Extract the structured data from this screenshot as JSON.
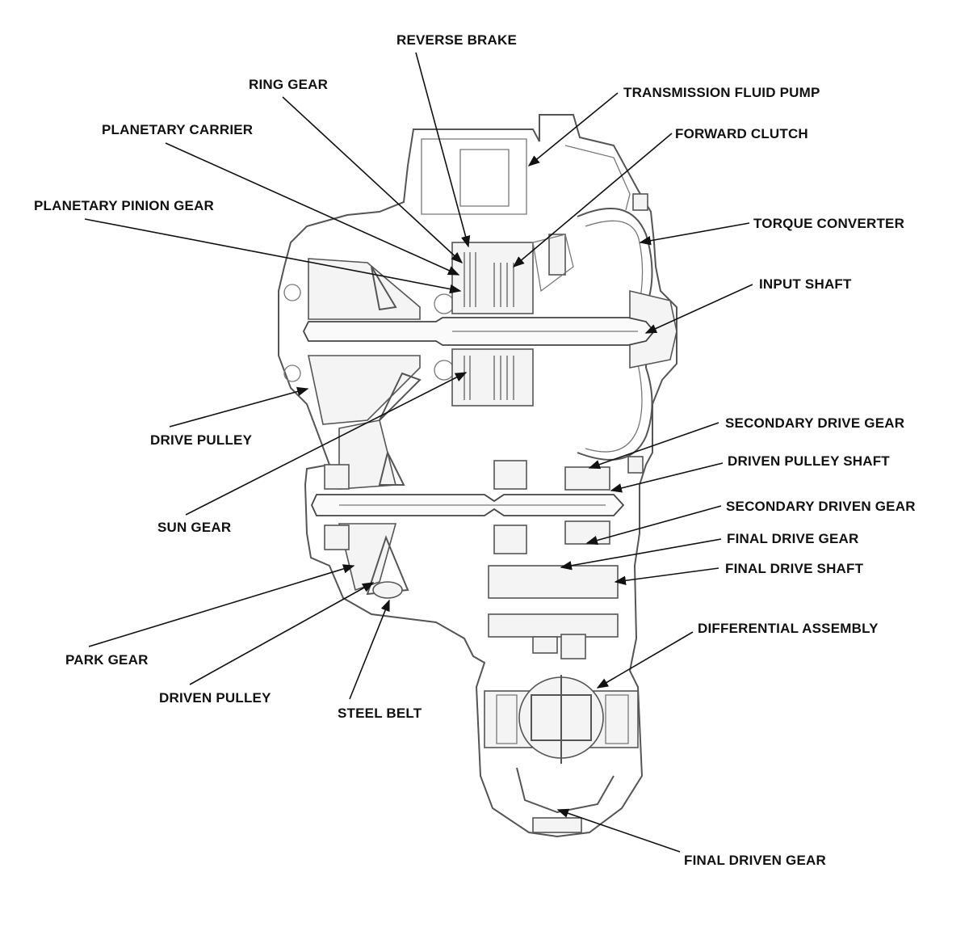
{
  "diagram": {
    "labels": {
      "reverse_brake": "REVERSE BRAKE",
      "ring_gear": "RING GEAR",
      "transmission_fluid_pump": "TRANSMISSION FLUID PUMP",
      "planetary_carrier": "PLANETARY CARRIER",
      "forward_clutch": "FORWARD CLUTCH",
      "planetary_pinion_gear": "PLANETARY PINION GEAR",
      "torque_converter": "TORQUE CONVERTER",
      "input_shaft": "INPUT SHAFT",
      "drive_pulley": "DRIVE PULLEY",
      "secondary_drive_gear": "SECONDARY DRIVE GEAR",
      "driven_pulley_shaft": "DRIVEN PULLEY SHAFT",
      "sun_gear": "SUN GEAR",
      "secondary_driven_gear": "SECONDARY DRIVEN GEAR",
      "final_drive_gear": "FINAL DRIVE GEAR",
      "final_drive_shaft": "FINAL DRIVE SHAFT",
      "differential_assembly": "DIFFERENTIAL ASSEMBLY",
      "park_gear": "PARK GEAR",
      "driven_pulley": "DRIVEN PULLEY",
      "steel_belt": "STEEL BELT",
      "final_driven_gear": "FINAL DRIVEN GEAR"
    }
  }
}
